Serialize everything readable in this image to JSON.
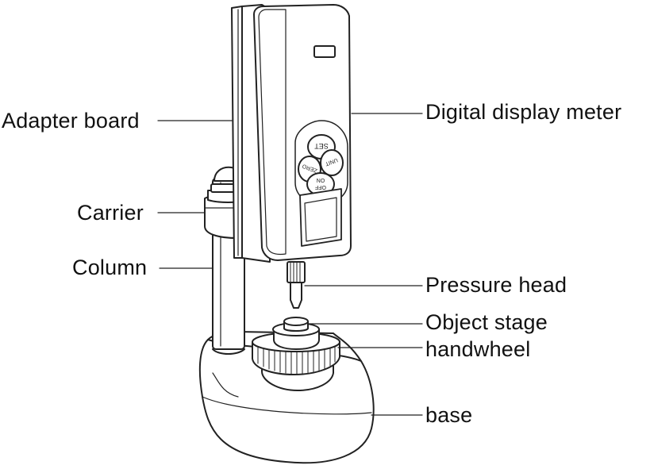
{
  "labels": {
    "adapter_board": "Adapter board",
    "carrier": "Carrier",
    "column": "Column",
    "digital_display_meter": "Digital display meter",
    "pressure_head": "Pressure head",
    "object_stage": "Object stage",
    "handwheel": "handwheel",
    "base": "base"
  },
  "keypad": {
    "set": "SET",
    "unit": "UNIT",
    "zero": "ZERO",
    "on_off_top": "ON",
    "on_off_bottom": "OFF"
  },
  "colors": {
    "line": "#222222",
    "fill": "#ffffff"
  }
}
